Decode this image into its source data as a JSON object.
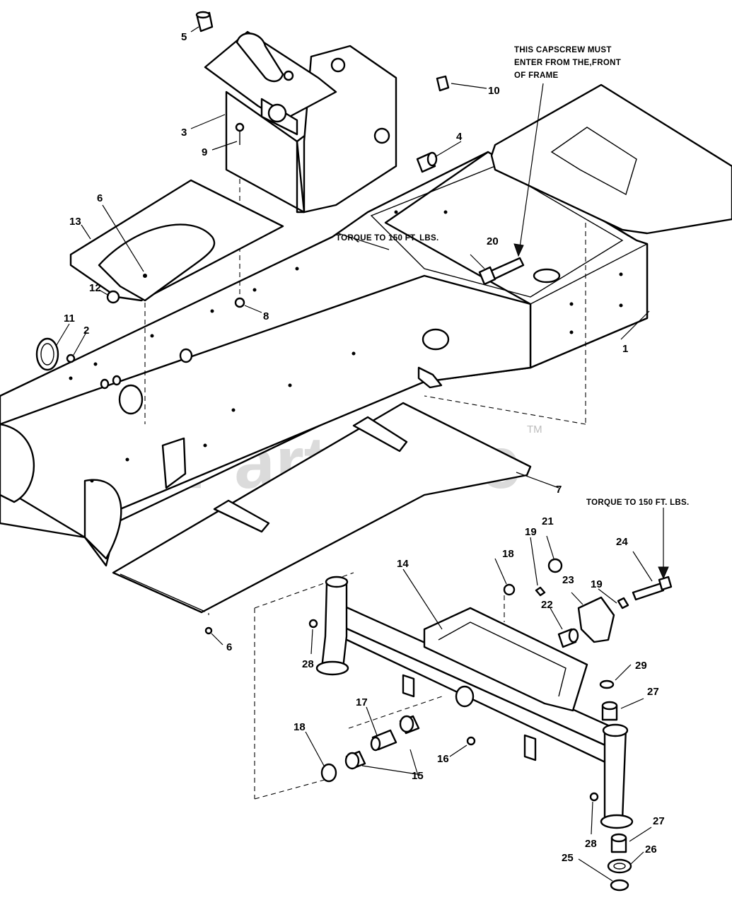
{
  "watermark": {
    "text": "PartsTree",
    "trademark": "TM"
  },
  "notes": {
    "capscrew_line1": "THIS CAPSCREW MUST",
    "capscrew_line2": "ENTER FROM THE,FRONT",
    "capscrew_line3": "OF FRAME",
    "torque_upper": "TORQUE TO 150 FT. LBS.",
    "torque_lower": "TORQUE TO 150 FT. LBS."
  },
  "callouts": {
    "c1": "1",
    "c2": "2",
    "c3": "3",
    "c4": "4",
    "c5": "5",
    "c6a": "6",
    "c6b": "6",
    "c7": "7",
    "c8": "8",
    "c9": "9",
    "c10": "10",
    "c11": "11",
    "c12": "12",
    "c13": "13",
    "c14": "14",
    "c15": "15",
    "c16": "16",
    "c17": "17",
    "c18a": "18",
    "c18b": "18",
    "c19a": "19",
    "c19b": "19",
    "c20": "20",
    "c21": "21",
    "c22": "22",
    "c23": "23",
    "c24": "24",
    "c25": "25",
    "c26": "26",
    "c27a": "27",
    "c27b": "27",
    "c28a": "28",
    "c28b": "28",
    "c29": "29"
  }
}
